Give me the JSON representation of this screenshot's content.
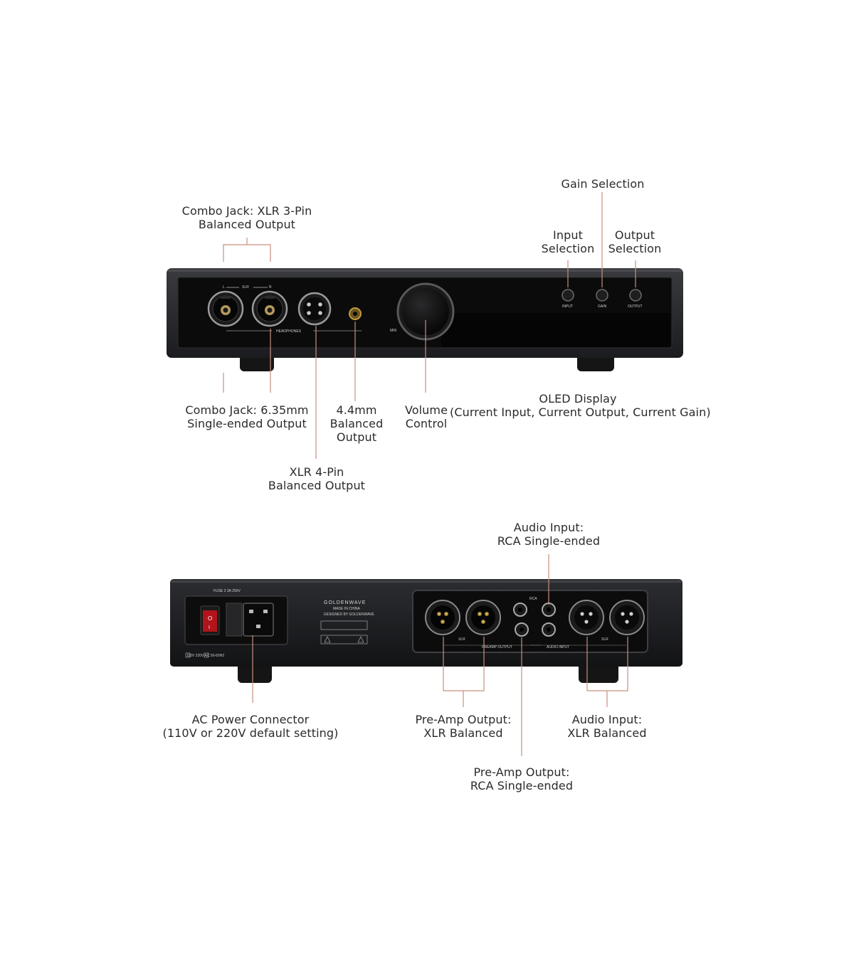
{
  "colors": {
    "leader": "#c98f7d",
    "chassis": "#222326",
    "panel": "#0c0c0d",
    "text": "#2b2b2b"
  },
  "front": {
    "callouts": {
      "combo_xlr": [
        "Combo Jack: XLR 3-Pin",
        "Balanced Output"
      ],
      "gain": [
        "Gain Selection"
      ],
      "input": [
        "Input",
        "Selection"
      ],
      "output": [
        "Output",
        "Selection"
      ],
      "combo_635": [
        "Combo Jack: 6.35mm",
        "Single-ended Output"
      ],
      "bal44": [
        "4.4mm",
        "Balanced",
        "Output"
      ],
      "volume": [
        "Volume",
        "Control"
      ],
      "oled": [
        "OLED Display",
        "(Current Input, Current Output, Current Gain)"
      ],
      "xlr4": [
        "XLR 4-Pin",
        "Balanced Output"
      ]
    },
    "panel_text": {
      "xlr": "XLR",
      "l": "L",
      "r": "R",
      "headphones": "HEADPHONES",
      "min": "MIN",
      "input": "INPUT",
      "gain": "GAIN",
      "output": "OUTPUT"
    }
  },
  "rear": {
    "callouts": {
      "rca_in": [
        "Audio Input:",
        "RCA Single-ended"
      ],
      "ac": [
        "AC Power Connector",
        "(110V or 220V default setting)"
      ],
      "pre_xlr": [
        "Pre-Amp Output:",
        "XLR Balanced"
      ],
      "in_xlr": [
        "Audio Input:",
        "XLR Balanced"
      ],
      "pre_rca": [
        "Pre-Amp Output:",
        "RCA Single-ended"
      ]
    },
    "panel_text": {
      "fuse": "FUSE 2 3A 250V",
      "brand": "GOLDENWAVE",
      "made": "MADE IN CHINA",
      "designed": "DESIGNED BY GOLDENWAVE",
      "voltage": "110V  220V AC 50-60HZ",
      "rca": "RCA",
      "xlr": "XLR",
      "preamp_output": "PREAMP OUTPUT",
      "audio_input": "AUDIO INPUT"
    }
  }
}
